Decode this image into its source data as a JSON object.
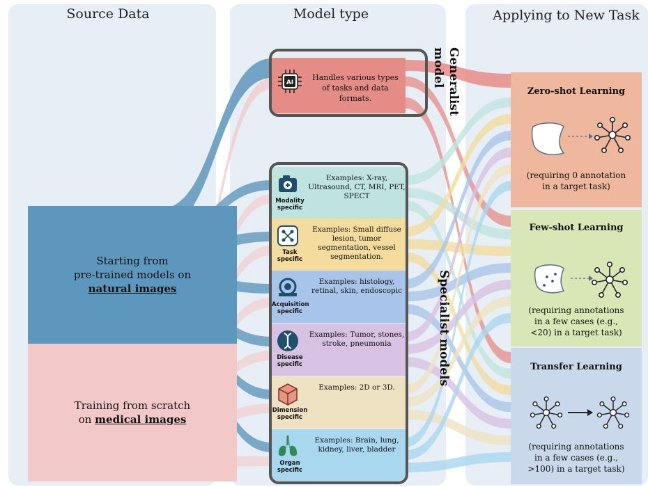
{
  "headers": {
    "source": "Source Data",
    "model": "Model type",
    "task": "Applying to New Task"
  },
  "sources": [
    {
      "line1": "Starting from",
      "line2": "pre-trained models on",
      "emph": "natural images",
      "color": "#5e97bd"
    },
    {
      "line1": "Training from scratch",
      "line2": "on",
      "emph": "medical images",
      "color": "#f3c8c8"
    }
  ],
  "generalist": {
    "label": "Generalist model",
    "description": "Handles various types of tasks and data formats.",
    "icon": "ai-chip-icon",
    "color": "#e68c87"
  },
  "specialist": {
    "label": "Specialist models",
    "rows": [
      {
        "name": "Modality specific",
        "examples": "Examples: X-ray, Ultrasound, CT, MRI, PET, SPECT",
        "icon": "camera-icon",
        "color": "#bfe3e0"
      },
      {
        "name": "Task specific",
        "examples": "Examples: Small diffuse lesion, tumor segmentation, vessel segmentation.",
        "icon": "circuit-icon",
        "color": "#f3dc9e"
      },
      {
        "name": "Acquisition specific",
        "examples": "Examples: histology, retinal, skin, endoscopic",
        "icon": "scanner-icon",
        "color": "#a9c4ea"
      },
      {
        "name": "Disease specific",
        "examples": "Examples: Tumor, stones, stroke, pneumonia",
        "icon": "dna-icon",
        "color": "#d8c2e3"
      },
      {
        "name": "Dimension specific",
        "examples": "Examples: 2D or 3D.",
        "icon": "cube-icon",
        "color": "#efe2c3"
      },
      {
        "name": "Organ specific",
        "examples": "Examples: Brain, lung, kidney, liver,  bladder",
        "icon": "lungs-icon",
        "color": "#a9d7ef"
      }
    ]
  },
  "tasks": [
    {
      "title": "Zero-shot Learning",
      "note": "(requiring 0 annotation in a target task)",
      "color": "#efb89e"
    },
    {
      "title": "Few-shot Learning",
      "note": "(requiring annotations in a few cases (e.g., <20) in a target task)",
      "color": "#d9e6b5"
    },
    {
      "title": "Transfer Learning",
      "note": "(requiring annotations in a few cases (e.g., >100) in a target task)",
      "color": "#c9d8ea"
    }
  ]
}
